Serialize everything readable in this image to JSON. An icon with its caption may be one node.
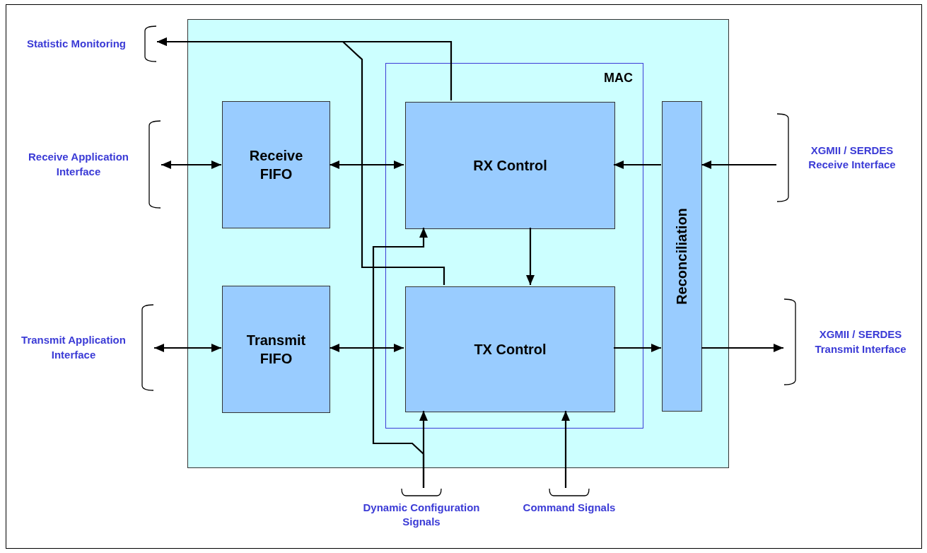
{
  "diagram": {
    "nodes": [
      {
        "text": [],
        "shape": "box"
      },
      {
        "text": [
          "MAC"
        ],
        "in": 0
      },
      {
        "text": [
          "Receive FIFO"
        ],
        "in": 0
      },
      {
        "text": [
          "Transmit FIFO"
        ],
        "in": 0
      },
      {
        "text": [
          "RX Control"
        ],
        "in": 1
      },
      {
        "text": [
          "TX Control"
        ],
        "in": 1
      },
      {
        "text": [
          "Reconciliation"
        ],
        "in": 0
      },
      {
        "text": [
          "Statistic Monitoring"
        ]
      },
      {
        "text": [
          "Receive Application Interface"
        ]
      },
      {
        "text": [
          "Transmit Application Interface"
        ]
      },
      {
        "text": [
          "XGMII / SERDES Receive Interface"
        ]
      },
      {
        "text": [
          "XGMII / SERDES Transmit Interface"
        ]
      },
      {
        "text": [
          "Dynamic Configuration Signals"
        ]
      },
      {
        "text": [
          "Command Signals"
        ]
      }
    ],
    "edges": [
      {
        "from": 4,
        "to": 7,
        "arrow": "to"
      },
      {
        "from": 5,
        "to": 7,
        "arrow": "to"
      },
      {
        "from": 8,
        "to": 2,
        "arrow": "both"
      },
      {
        "from": 2,
        "to": 4,
        "arrow": "both"
      },
      {
        "from": 9,
        "to": 3,
        "arrow": "both"
      },
      {
        "from": 3,
        "to": 5,
        "arrow": "both"
      },
      {
        "from": 4,
        "to": 5,
        "arrow": "to"
      },
      {
        "from": 6,
        "to": 4,
        "arrow": "to"
      },
      {
        "from": 10,
        "to": 6,
        "arrow": "to"
      },
      {
        "from": 5,
        "to": 6,
        "arrow": "to"
      },
      {
        "from": 6,
        "to": 11,
        "arrow": "to"
      },
      {
        "from": 12,
        "to": 5,
        "arrow": "to"
      },
      {
        "from": 12,
        "to": 4,
        "arrow": "to"
      },
      {
        "from": 13,
        "to": 5,
        "arrow": "to"
      }
    ]
  }
}
